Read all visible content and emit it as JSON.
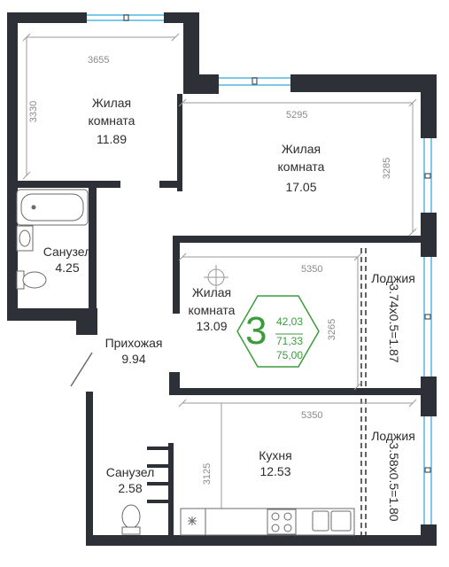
{
  "colors": {
    "wall": "#2d3036",
    "window": "#7cc9ea",
    "dimension": "#8a8a8a",
    "text": "#2d2d2d",
    "accent": "#3a9d3c"
  },
  "badge": {
    "rooms": "3",
    "area_living": "42,03",
    "area_total_no_balcony": "71,33",
    "area_total": "75,00"
  },
  "rooms": {
    "living1": {
      "name": "Жилая\nкомната",
      "area": "11.89",
      "dim_w": "3655",
      "dim_h": "3330"
    },
    "living2": {
      "name": "Жилая\nкомната",
      "area": "17.05",
      "dim_w": "5295",
      "dim_h": "3285"
    },
    "living3": {
      "name": "Жилая\nкомната",
      "area": "13.09",
      "dim_w": "5350",
      "dim_h": "3265"
    },
    "bath1": {
      "name": "Санузел",
      "area": "4.25"
    },
    "hall": {
      "name": "Прихожая",
      "area": "9.94"
    },
    "kitchen": {
      "name": "Кухня",
      "area": "12.53",
      "dim_w": "5350",
      "dim_h": "3125"
    },
    "bath2": {
      "name": "Санузел",
      "area": "2.58"
    },
    "loggia1": {
      "name": "Лоджия",
      "dims": "3.74х0.5=1.87"
    },
    "loggia2": {
      "name": "Лоджия",
      "dims": "3.58х0.5=1.80"
    }
  }
}
